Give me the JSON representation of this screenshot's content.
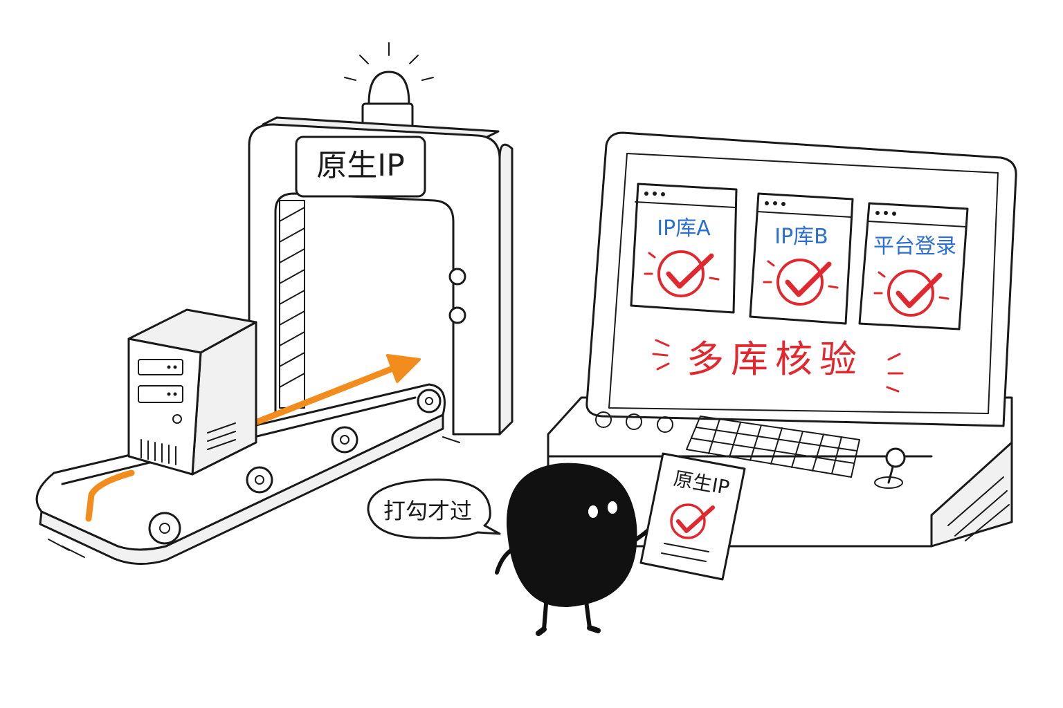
{
  "gate": {
    "label": "原生IP"
  },
  "monitor": {
    "windows": [
      {
        "label": "IP库A"
      },
      {
        "label": "IP库B"
      },
      {
        "label": "平台登录"
      }
    ],
    "banner": "多库核验"
  },
  "speech_bubble": {
    "text": "打勾才过"
  },
  "certificate": {
    "title": "原生IP"
  },
  "colors": {
    "ink": "#1a1a1a",
    "arrow_orange": "#f28c1c",
    "check_red": "#e0282e",
    "label_blue": "#2a6fd6"
  }
}
